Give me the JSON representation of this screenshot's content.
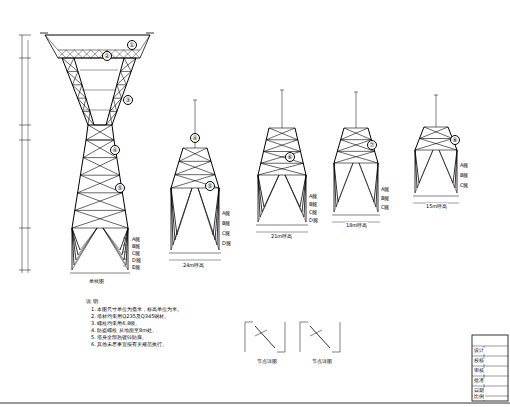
{
  "diagram": {
    "nodes": [
      {
        "text": [
          "①"
        ]
      },
      {
        "text": [
          "②"
        ]
      },
      {
        "text": [
          "③"
        ]
      },
      {
        "text": [
          "④"
        ]
      },
      {
        "text": [
          "⑤"
        ]
      },
      {
        "text": [
          "④"
        ]
      },
      {
        "text": [
          "⑤"
        ]
      },
      {
        "text": [
          "⑥"
        ]
      },
      {
        "text": [
          "⑦"
        ]
      },
      {
        "text": [
          "⑧"
        ]
      }
    ],
    "labels": [
      "说 明:",
      "1. 本图尺寸单位为毫米，标高单位为米。",
      "2. 塔材均采用Q235及Q345钢材。",
      "3. 螺栓均采用6.8级。",
      "4. 防盗螺栓 从地面至8m处。",
      "5. 塔身全部热镀锌防腐。",
      "6. 其他未尽事宜按有关规范执行。",
      "A腿",
      "B腿",
      "C腿",
      "D腿",
      "E腿",
      "A腿",
      "B腿",
      "C腿",
      "D腿",
      "A腿",
      "B腿",
      "C腿",
      "D腿",
      "A腿",
      "B腿",
      "C腿",
      "A腿",
      "B腿",
      "C腿",
      "单线图",
      "24m呼高",
      "21m呼高",
      "18m呼高",
      "15m呼高",
      "节点详图",
      "节点详图",
      "设计",
      "校核",
      "审核",
      "批准",
      "日期",
      "比例"
    ]
  }
}
